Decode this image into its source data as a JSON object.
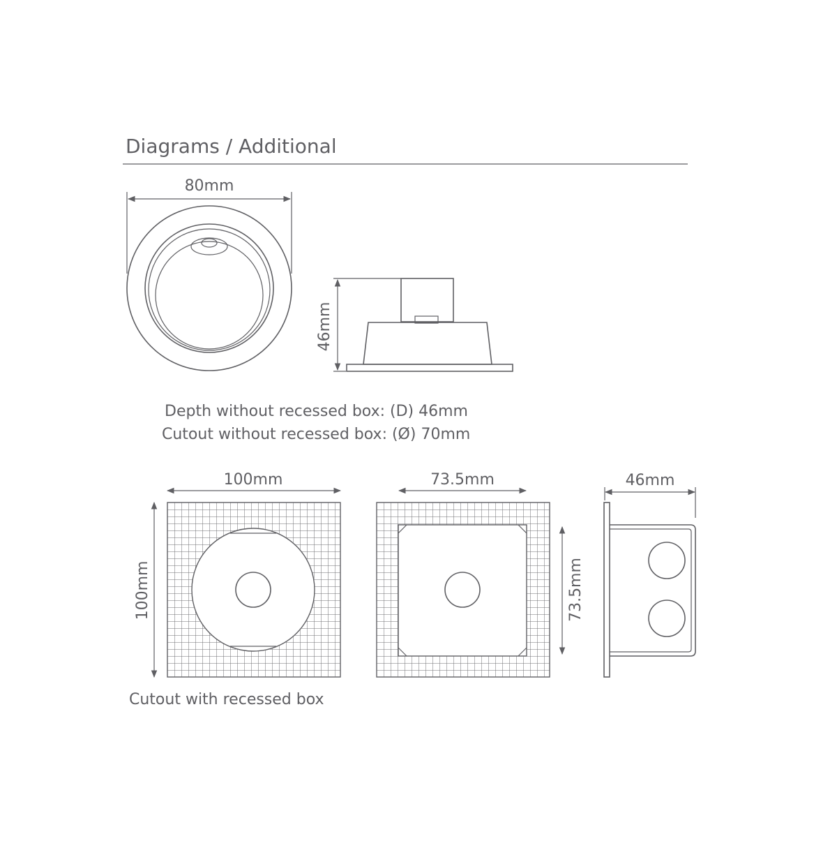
{
  "heading": "Diagrams / Additional",
  "dimensions": {
    "top_width": "80mm",
    "side_depth": "46mm",
    "box_outer": "100mm",
    "box_outer_height": "100mm",
    "box_inner": "73.5mm",
    "box_inner_height": "73.5mm",
    "box_depth": "46mm"
  },
  "notes": {
    "depth": "Depth without recessed box: (D) 46mm",
    "cutout": "Cutout without recessed box: (Ø) 70mm",
    "caption": "Cutout with recessed box"
  },
  "colors": {
    "line": "#5f5f63",
    "background": "#ffffff"
  }
}
